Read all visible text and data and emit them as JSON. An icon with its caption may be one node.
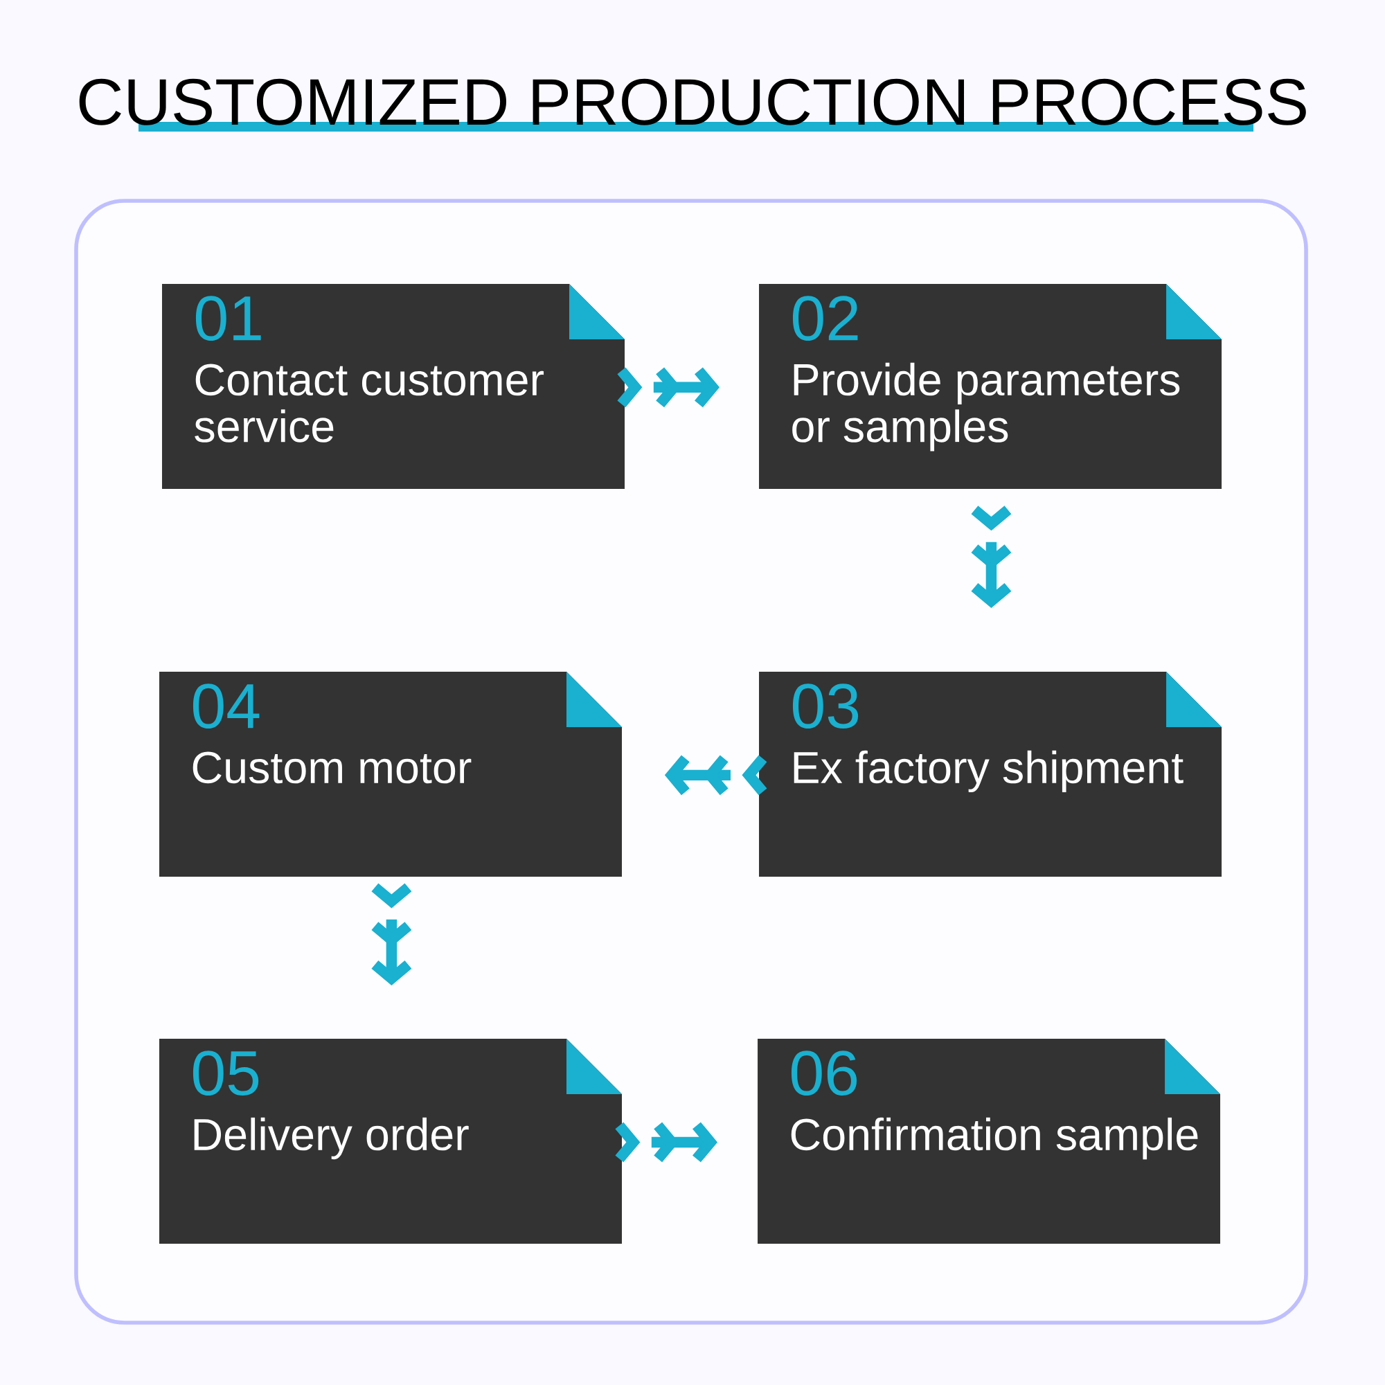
{
  "diagram": {
    "title": "CUSTOMIZED PRODUCTION PROCESS",
    "nodes": [
      {
        "text": [
          "01",
          "Contact customer service"
        ]
      },
      {
        "text": [
          "02",
          "Provide parameters or samples"
        ]
      },
      {
        "text": [
          "03",
          "Ex factory shipment"
        ]
      },
      {
        "text": [
          "04",
          "Custom motor"
        ]
      },
      {
        "text": [
          "05",
          "Delivery order"
        ]
      },
      {
        "text": [
          "06",
          "Confirmation sample"
        ]
      }
    ],
    "edges": [
      {
        "from": 0,
        "to": 1,
        "arrow": "to"
      },
      {
        "from": 1,
        "to": 2,
        "arrow": "to"
      },
      {
        "from": 2,
        "to": 3,
        "arrow": "to"
      },
      {
        "from": 3,
        "to": 4,
        "arrow": "to"
      },
      {
        "from": 4,
        "to": 5,
        "arrow": "to"
      }
    ]
  }
}
